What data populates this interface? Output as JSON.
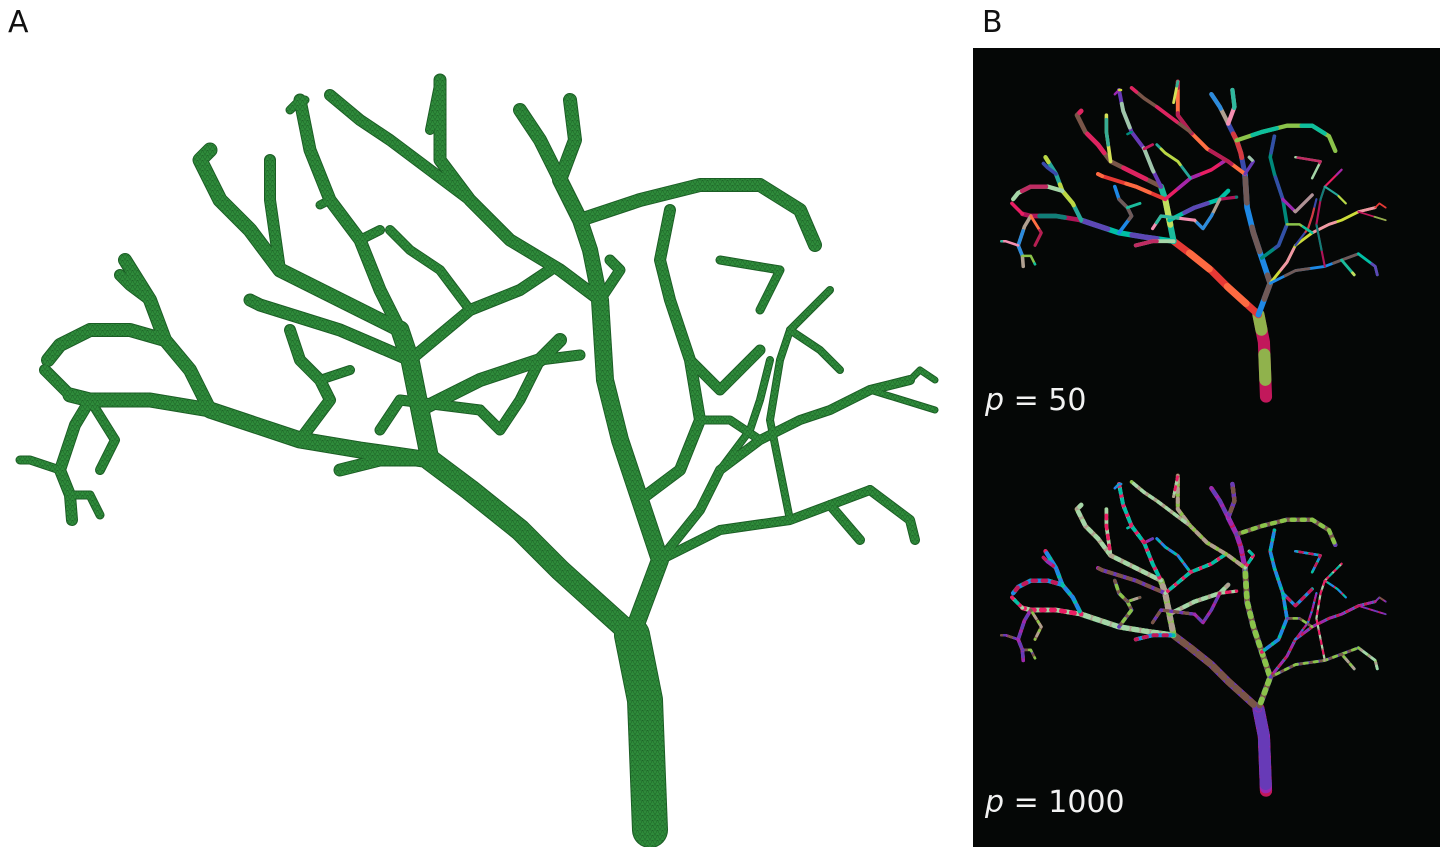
{
  "figure": {
    "panels": [
      {
        "id": "A",
        "label": "A",
        "description": "Meshed vascular tree surface (green)"
      },
      {
        "id": "B",
        "label": "B",
        "description": "Partitioned vascular tree renderings",
        "subpanels": [
          {
            "label_var": "p",
            "label_eq": " = ",
            "label_val": "50",
            "coloring": "large segments"
          },
          {
            "label_var": "p",
            "label_eq": " = ",
            "label_val": "1000",
            "coloring": "fine segments"
          }
        ]
      }
    ],
    "colors": {
      "tree_fill": "#2e8b3a",
      "tree_mesh": "#1b5e25",
      "panel_b_background": "#050706",
      "label_light": "#f2f2f2",
      "label_dark": "#111111"
    },
    "partition_palette": [
      "#c2185b",
      "#1abc9c",
      "#e91e63",
      "#3949ab",
      "#8bc34a",
      "#d4e157",
      "#9c27b0",
      "#e53935",
      "#00bfa5",
      "#26a69a",
      "#b0a090",
      "#ff7043",
      "#673ab7",
      "#cddc39",
      "#1e88e5",
      "#ad1457",
      "#a5d6a7",
      "#f48fb1",
      "#795548",
      "#00897b"
    ]
  }
}
